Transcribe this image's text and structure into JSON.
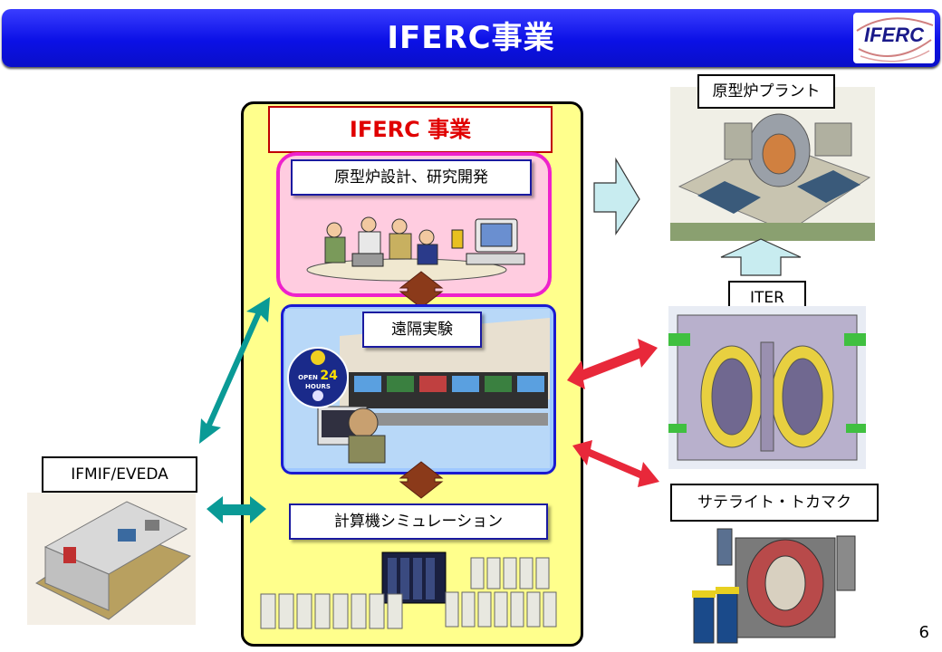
{
  "title": "IFERC事業",
  "logo": "IFERC",
  "center": {
    "heading": "IFERC 事業",
    "design": "原型炉設計、研究開発",
    "remote": "遠隔実験",
    "remote_badge": {
      "top": "OPEN",
      "number": "24",
      "bottom": "HOURS"
    },
    "compute": "計算機シミュレーション"
  },
  "right": {
    "plant": "原型炉プラント",
    "iter": "ITER",
    "satellite": "サテライト・トカマク"
  },
  "left": {
    "ifmif": "IFMIF/EVEDA"
  },
  "page_number": "6",
  "colors": {
    "title_bar": "#0b10e6",
    "center_fill": "#ffff8c",
    "design_fill": "#ffcce0",
    "design_border": "#ee22cc",
    "remote_fill": "#9ec8ff",
    "red_arrow": "#e8283a",
    "teal_arrow": "#0a9a96",
    "brown_arrow": "#8b3a1a",
    "light_arrow": "#c8ecf0"
  }
}
